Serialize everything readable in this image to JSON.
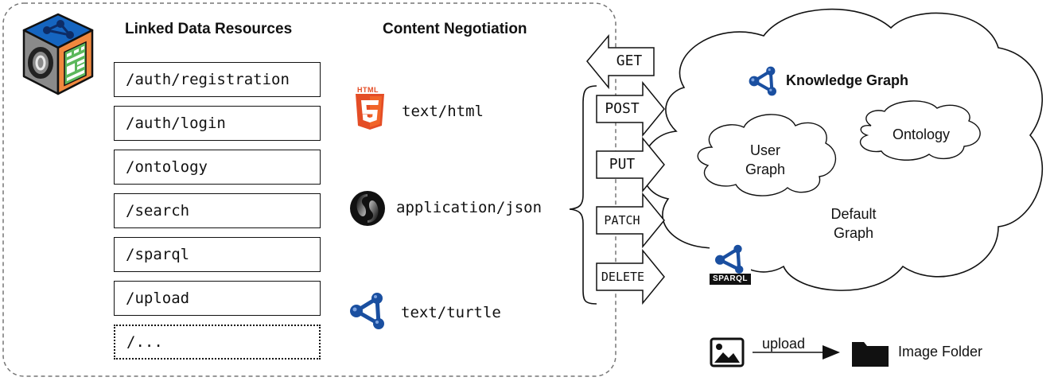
{
  "headings": {
    "resources": "Linked Data Resources",
    "negotiation": "Content Negotiation"
  },
  "resources": [
    "/auth/registration",
    "/auth/login",
    "/ontology",
    "/search",
    "/sparql",
    "/upload",
    "/..."
  ],
  "mime_types": {
    "html": "text/html",
    "json": "application/json",
    "turtle": "text/turtle"
  },
  "html5_badge_text": "HTML",
  "http_methods": {
    "get": "GET",
    "post": "POST",
    "put": "PUT",
    "patch": "PATCH",
    "delete": "DELETE"
  },
  "knowledge_graph": {
    "title": "Knowledge Graph",
    "user_graph_line1": "User",
    "user_graph_line2": "Graph",
    "ontology": "Ontology",
    "default_graph_line1": "Default",
    "default_graph_line2": "Graph",
    "sparql_badge": "SPARQL"
  },
  "legend": {
    "arrow_label": "upload",
    "folder_label": "Image Folder"
  },
  "colors": {
    "html5_orange": "#e44d26",
    "html5_orange_light": "#f16529",
    "rdf_blue": "#1a4fa0",
    "cube_blue": "#1565c0",
    "cube_green": "#5cb85c",
    "cube_orange": "#f0883e",
    "cube_gray": "#9e9e9e"
  },
  "icons": {
    "app_logo": "linked-data-cube-icon",
    "html5": "html5-icon",
    "json": "json-icon",
    "rdf": "rdf-graph-icon",
    "sparql": "sparql-icon",
    "image": "image-icon",
    "folder": "folder-icon"
  }
}
